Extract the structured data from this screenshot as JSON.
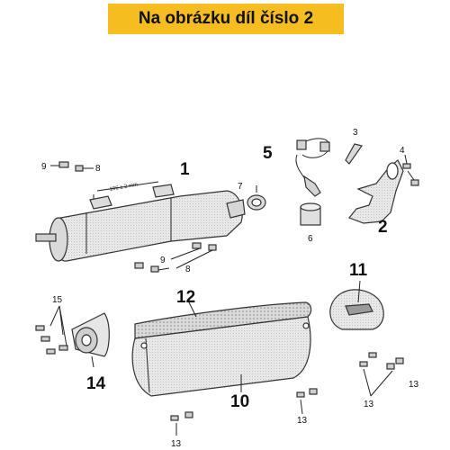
{
  "header": {
    "title": "Na obrázku díl číslo 2"
  },
  "diagram": {
    "callouts": {
      "c1": "1",
      "c2": "2",
      "c3": "3",
      "c4": "4",
      "c5": "5",
      "c6": "6",
      "c7": "7",
      "c8a": "8",
      "c8b": "8",
      "c9a": "9",
      "c9b": "9",
      "c10": "10",
      "c11": "11",
      "c12": "12",
      "c13a": "13",
      "c13b": "13",
      "c13c": "13",
      "c13d": "13",
      "c14": "14",
      "c15": "15"
    },
    "dimension_label": "106 ± 2 mm"
  },
  "colors": {
    "banner": "#f5bd1f",
    "part_fill": "#e4e4e4",
    "text": "#111111"
  }
}
